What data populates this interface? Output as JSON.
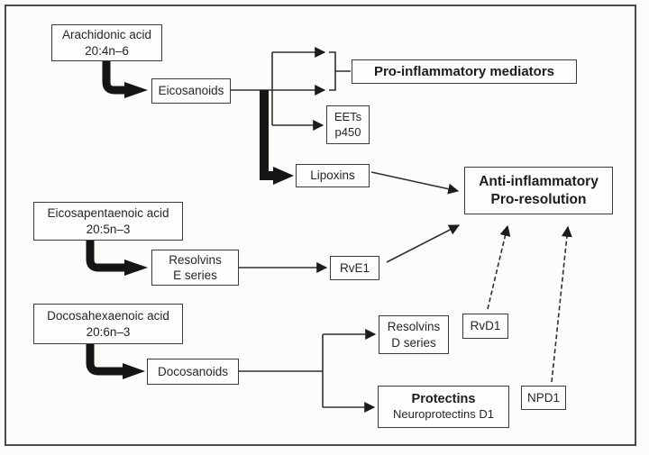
{
  "nodes": {
    "arachidonic_acid": {
      "line1": "Arachidonic acid",
      "line2": "20:4n–6"
    },
    "eicosanoids": {
      "label": "Eicosanoids"
    },
    "pro_inflammatory": {
      "label": "Pro-inflammatory mediators"
    },
    "eets": {
      "line1": "EETs",
      "line2": "p450"
    },
    "lipoxins": {
      "label": "Lipoxins"
    },
    "anti_inflammatory": {
      "line1": "Anti-inflammatory",
      "line2": "Pro-resolution"
    },
    "eicosapentaenoic_acid": {
      "line1": "Eicosapentaenoic acid",
      "line2": "20:5n–3"
    },
    "resolvins_e": {
      "line1": "Resolvins",
      "line2": "E series"
    },
    "rve1": {
      "label": "RvE1"
    },
    "docosahexaenoic_acid": {
      "line1": "Docosahexaenoic acid",
      "line2": "20:6n–3"
    },
    "docosanoids": {
      "label": "Docosanoids"
    },
    "resolvins_d": {
      "line1": "Resolvins",
      "line2": "D series"
    },
    "rvd1": {
      "label": "RvD1"
    },
    "protectins": {
      "line1": "Protectins",
      "line2": "Neuroprotectins D1"
    },
    "npd1": {
      "label": "NPD1"
    }
  },
  "edges": [
    {
      "from": "Arachidonic acid 20:4n–6",
      "to": "Eicosanoids",
      "style": "thick-elbow-arrow"
    },
    {
      "from": "Eicosanoids",
      "to": "Pro-inflammatory mediators",
      "style": "thin-double-branch-bracket"
    },
    {
      "from": "Eicosanoids",
      "to": "EETs p450",
      "style": "thin-arrow"
    },
    {
      "from": "Eicosanoids",
      "to": "Lipoxins",
      "style": "thick-elbow-arrow"
    },
    {
      "from": "Lipoxins",
      "to": "Anti-inflammatory Pro-resolution",
      "style": "thin-arrow"
    },
    {
      "from": "Eicosapentaenoic acid 20:5n–3",
      "to": "Resolvins E series",
      "style": "thick-elbow-arrow"
    },
    {
      "from": "Resolvins E series",
      "to": "RvE1",
      "style": "thin-arrow"
    },
    {
      "from": "RvE1",
      "to": "Anti-inflammatory Pro-resolution",
      "style": "thin-arrow"
    },
    {
      "from": "Docosahexaenoic acid 20:6n–3",
      "to": "Docosanoids",
      "style": "thick-elbow-arrow"
    },
    {
      "from": "Docosanoids",
      "to": "Resolvins D series",
      "style": "thin-branch-arrow"
    },
    {
      "from": "Docosanoids",
      "to": "Protectins Neuroprotectins D1",
      "style": "thin-branch-arrow"
    },
    {
      "from": "RvD1",
      "to": "Anti-inflammatory Pro-resolution",
      "style": "dashed-arrow"
    },
    {
      "from": "NPD1",
      "to": "Anti-inflammatory Pro-resolution",
      "style": "dashed-arrow"
    }
  ],
  "colors": {
    "background": "#fbfbf9",
    "frame_border": "#4a4a4a",
    "box_border": "#3b3b3b",
    "box_fill": "#fdfdfc",
    "line": "#2e2e2e",
    "thick_arrow": "#151515",
    "text": "#262626"
  }
}
